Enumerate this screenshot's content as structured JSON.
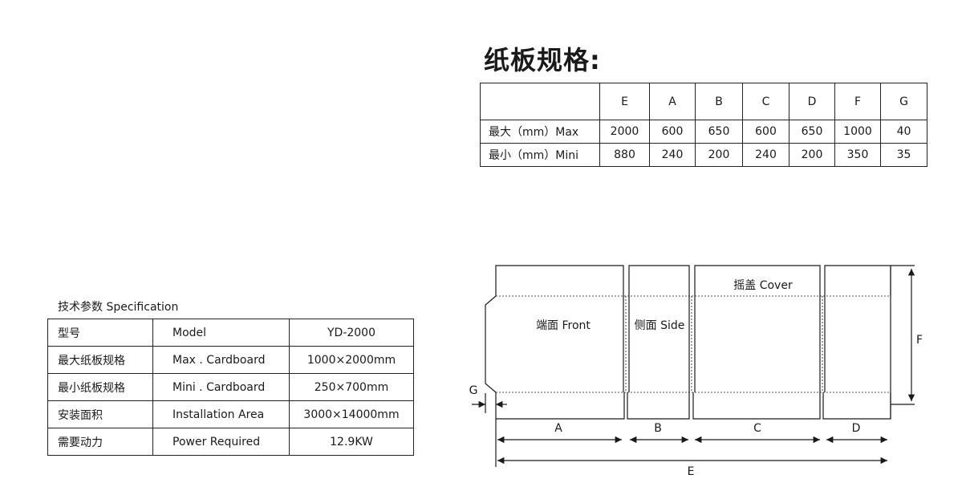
{
  "board_spec": {
    "title": "纸板规格:",
    "columns": [
      "",
      "E",
      "A",
      "B",
      "C",
      "D",
      "F",
      "G"
    ],
    "rows": [
      {
        "label": "最大（mm）Max",
        "values": [
          "2000",
          "600",
          "650",
          "600",
          "650",
          "1000",
          "40"
        ]
      },
      {
        "label": "最小（mm）Mini",
        "values": [
          "880",
          "240",
          "200",
          "240",
          "200",
          "350",
          "35"
        ]
      }
    ]
  },
  "spec": {
    "title": "技术参数 Specification",
    "rows": [
      {
        "cn": "型号",
        "en": "Model",
        "value": "YD-2000"
      },
      {
        "cn": "最大纸板规格",
        "en": "Max . Cardboard",
        "value": "1000×2000mm"
      },
      {
        "cn": "最小纸板规格",
        "en": "Mini .  Cardboard",
        "value": "250×700mm"
      },
      {
        "cn": "安装面积",
        "en": "Installation Area",
        "value": "3000×14000mm"
      },
      {
        "cn": "需要动力",
        "en": "Power Required",
        "value": "12.9KW"
      }
    ]
  },
  "diagram": {
    "panel_front": "端面 Front",
    "panel_side": "侧面 Side",
    "flap_cover": "摇盖 Cover",
    "dim_a": "A",
    "dim_b": "B",
    "dim_c": "C",
    "dim_d": "D",
    "dim_e": "E",
    "dim_f": "F",
    "dim_g": "G"
  }
}
